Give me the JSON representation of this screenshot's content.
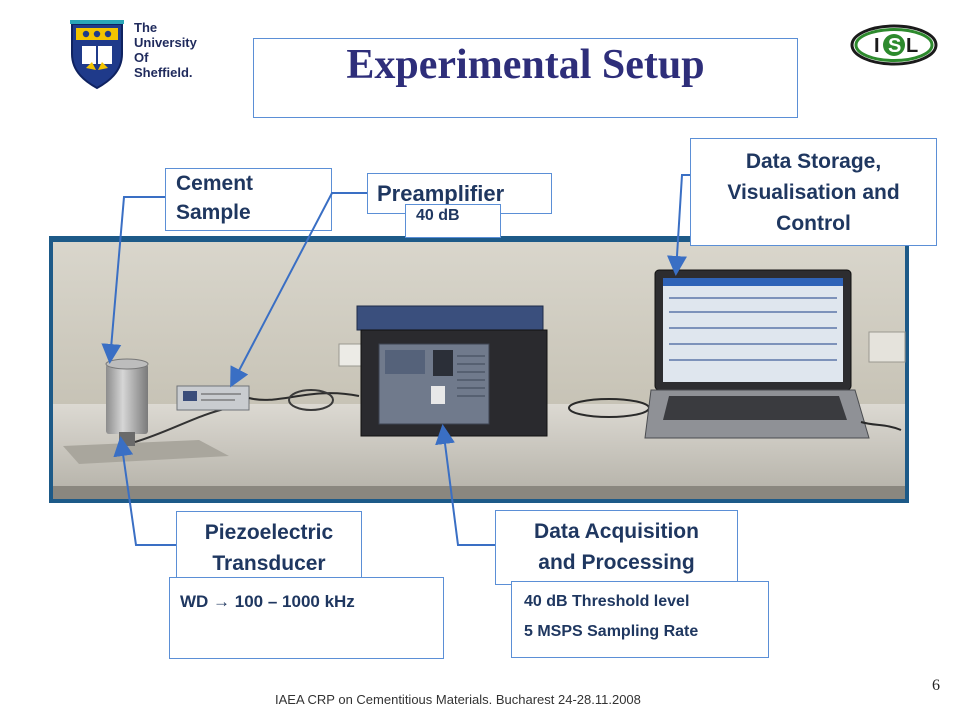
{
  "logos": {
    "university": "The\nUniversity\nOf\nSheffield.",
    "isl": "ISL"
  },
  "title": "Experimental Setup",
  "labels": {
    "cement_sample": "Cement\nSample",
    "preamplifier": "Preamplifier",
    "preamp_gain": "40 dB",
    "data_storage": "Data Storage,\nVisualisation and\nControl",
    "piezo": "Piezoelectric\nTransducer",
    "daq": "Data Acquisition\nand Processing",
    "wd_range": "WD → 100 – 1000 kHz",
    "threshold": "40 dB Threshold level",
    "sampling": "5 MSPS Sampling Rate"
  },
  "footer": "IAEA CRP on Cementitious Materials. Bucharest 24-28.11.2008",
  "page_number": "6",
  "colors": {
    "title": "#2e2e7a",
    "label_text": "#1f3760",
    "box_border": "#5b8fd6",
    "arrow": "#3a6fc4"
  },
  "icons": [
    "sheffield-crest-icon",
    "isl-logo-icon"
  ]
}
